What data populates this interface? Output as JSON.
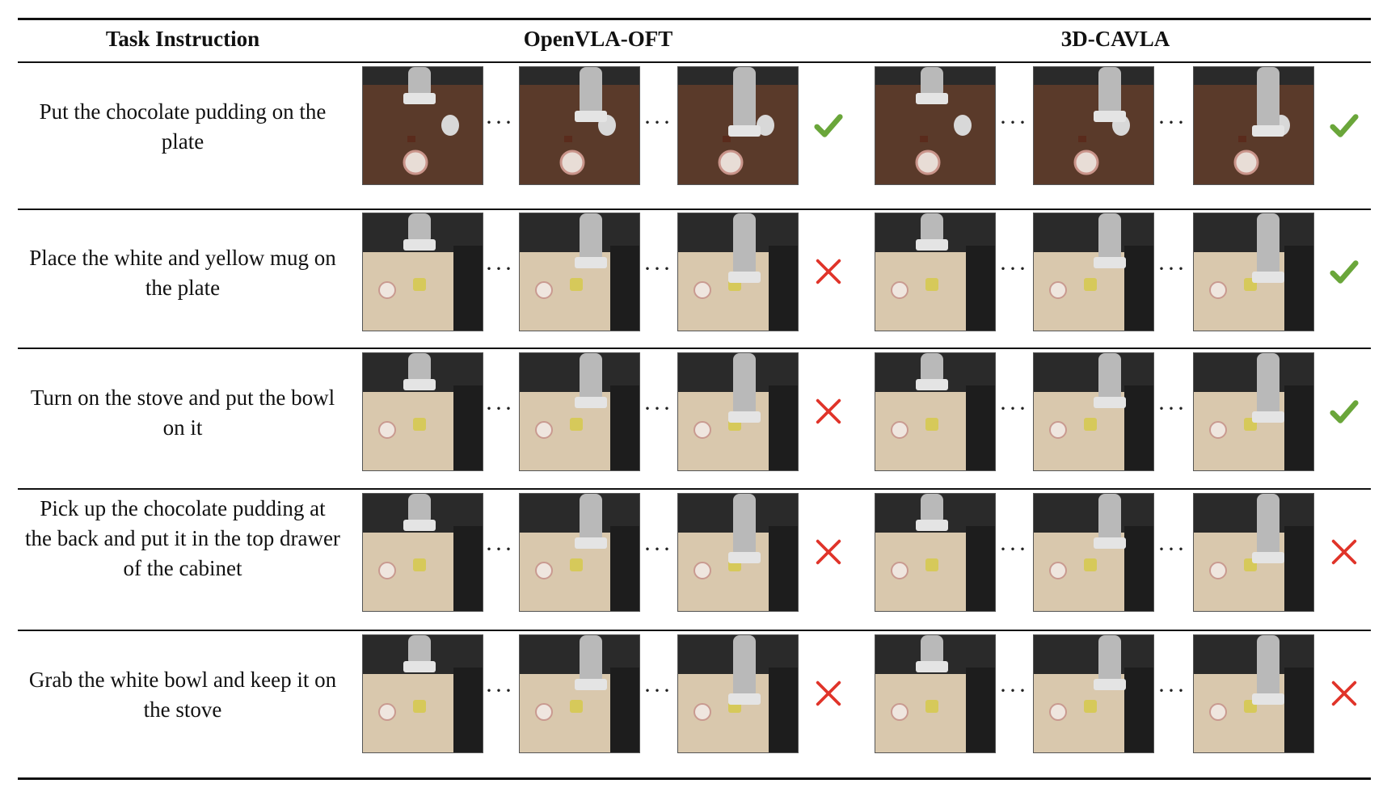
{
  "headers": {
    "task": "Task Instruction",
    "method_a": "OpenVLA-OFT",
    "method_b": "3D-CAVLA"
  },
  "ellipsis": "···",
  "colors": {
    "success": "#6aa63a",
    "failure": "#e0342a"
  },
  "rows": [
    {
      "instruction": "Put the chocolate pudding on the plate",
      "scene": "wood",
      "openvla_result": "success",
      "cavla_result": "success"
    },
    {
      "instruction": "Place the white and yellow mug on the plate",
      "scene": "kitchen",
      "openvla_result": "failure",
      "cavla_result": "success"
    },
    {
      "instruction": "Turn on the stove and put the bowl on it",
      "scene": "kitchen",
      "openvla_result": "failure",
      "cavla_result": "success"
    },
    {
      "instruction": "Pick up the chocolate pudding at the back and put it in the top drawer of the cabinet",
      "scene": "kitchen",
      "openvla_result": "failure",
      "cavla_result": "failure"
    },
    {
      "instruction": "Grab the white bowl and keep it on the stove",
      "scene": "kitchen",
      "openvla_result": "failure",
      "cavla_result": "failure"
    }
  ]
}
